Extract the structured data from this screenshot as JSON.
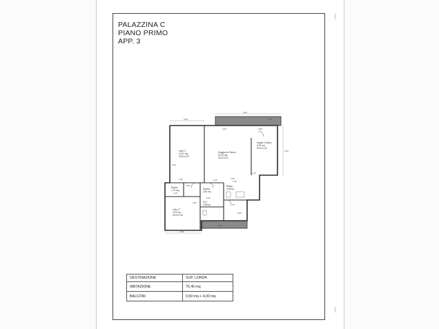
{
  "title": {
    "line1": "PALAZZINA C",
    "line2": "PIANO PRIMO",
    "line3": "APP. 3"
  },
  "rooms": {
    "letto1": {
      "name": "Letto 1°",
      "area": "13,57 mq",
      "ratio": "S/10=4,00"
    },
    "soggiorno": {
      "name": "Soggiorno-Pranzo",
      "area": "20,15 mq",
      "ratio": "S/10=2,21"
    },
    "angolo_cottura": {
      "name": "Angolo Cottura",
      "area": "6,20 mq",
      "ratio": "S/10=1,22"
    },
    "ripost": {
      "name": "Ripost.",
      "area": "1,75 mq"
    },
    "disimp": {
      "name": "Disimp.",
      "area": "3,90 mq"
    },
    "bagno": {
      "name": "Bagno",
      "area": "4,44mq"
    },
    "wc": {
      "name": "W.C.",
      "area": "2,90mq"
    },
    "letto2": {
      "name": "Letto 2°",
      "area": "9,75 mq",
      "ratio": "S/10=0,26"
    }
  },
  "dimensions": [
    "3,36",
    "3,60",
    "4,20",
    "3,80",
    "2,60",
    "3,24",
    "1,50",
    "3,50",
    "1,45",
    "2,00",
    "1,30",
    "1,75",
    "6,00",
    "3,48",
    "3,00",
    "1,20",
    "4,00",
    "1,00",
    "2,00",
    "1,40"
  ],
  "summary": {
    "header_destinazione": "DESTINAZIONE",
    "header_sup": "SUP. LORDA",
    "row1_label": "ABITAZIONE",
    "row1_value": "76,40 mq",
    "row2_label": "BALCONI",
    "row2_value": "9,50 mq + 4,00 mq"
  },
  "colors": {
    "wall": "#2b2b2b",
    "balcony_fill": "#8a8a8a",
    "sheet": "#ffffff"
  }
}
